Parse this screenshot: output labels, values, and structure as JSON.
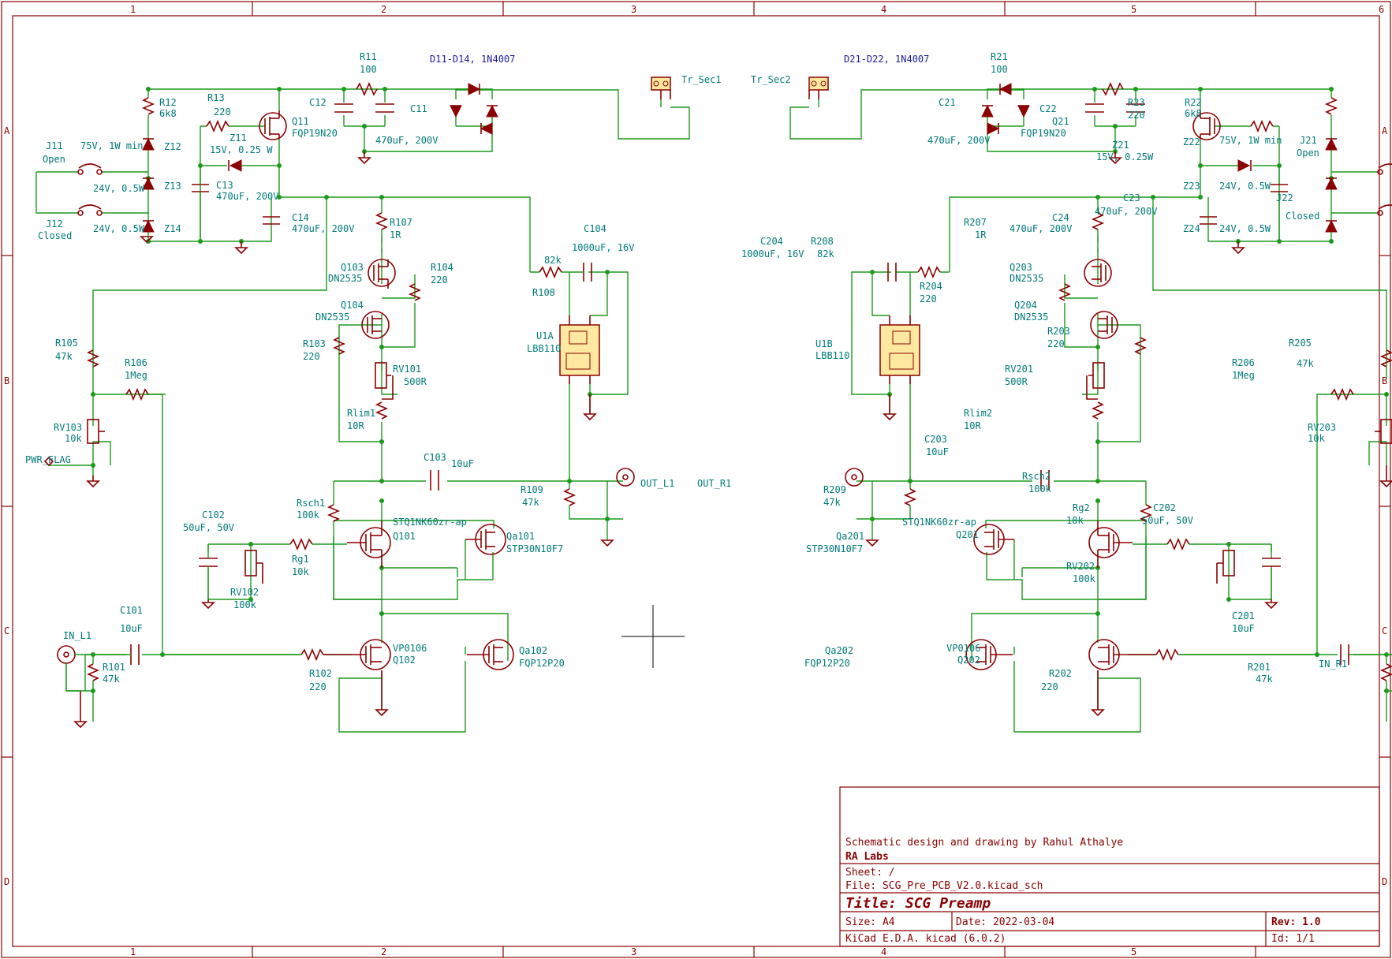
{
  "frame": {
    "columns": [
      "1",
      "2",
      "3",
      "4",
      "5",
      "6"
    ],
    "rows": [
      "A",
      "B",
      "C",
      "D"
    ]
  },
  "title_block": {
    "comment": "Schematic design and drawing by Rahul Athalye",
    "company": "RA Labs",
    "sheet": "Sheet: /",
    "file": "File: SCG_Pre_PCB_V2.0.kicad_sch",
    "title": "Title: SCG Preamp",
    "size": "Size: A4",
    "date": "Date: 2022-03-04",
    "rev": "Rev: 1.0",
    "tool": "KiCad E.D.A.  kicad (6.0.2)",
    "id": "Id: 1/1"
  },
  "left": {
    "diodes_title": "D11-D14, 1N4007",
    "r11": "R11",
    "r11v": "100",
    "c12": "C12",
    "c11": "C11",
    "c11v": "470uF, 200V",
    "tr_sec1": "Tr_Sec1",
    "r12": "R12",
    "r12v": "6k8",
    "r13": "R13",
    "r13v": "220",
    "q11": "Q11",
    "q11v": "FQP19N20",
    "z11": "Z11",
    "z11v": "15V, 0.25 W",
    "z12": "Z12",
    "z12v": "75V, 1W min",
    "z13": "Z13",
    "z13v": "24V, 0.5W",
    "z14": "Z14",
    "z14v": "24V, 0.5W",
    "j11": "J11",
    "j11v": "Open",
    "j12": "J12",
    "j12v": "Closed",
    "c13": "C13",
    "c13v": "470uF, 200V",
    "c14": "C14",
    "c14v": "470uF, 200V",
    "r107": "R107",
    "r107v": "1R",
    "q103": "Q103",
    "q103v": "DN2535",
    "q104": "Q104",
    "q104v": "DN2535",
    "r104": "R104",
    "r104v": "220",
    "r103": "R103",
    "r103v": "220",
    "rv101": "RV101",
    "rv101v": "500R",
    "rlim1": "Rlim1",
    "rlim1v": "10R",
    "r105": "R105",
    "r105v": "47k",
    "r106": "R106",
    "r106v": "1Meg",
    "rv103": "RV103",
    "rv103v": "10k",
    "pwr_flag": "PWR_FLAG",
    "c104": "C104",
    "c104v": "1000uF, 16V",
    "r108": "R108",
    "r108v": "82k",
    "u1a": "U1A",
    "u1av": "LBB110",
    "c103": "C103",
    "c103v": "10uF",
    "r109": "R109",
    "r109v": "47k",
    "out": "OUT_L1",
    "rsch1": "Rsch1",
    "rsch1v": "100k",
    "q101": "Q101",
    "q101v": "STQ1NK60zr-ap",
    "qa101": "Qa101",
    "qa101v": "STP30N10F7",
    "c102": "C102",
    "c102v": "50uF, 50V",
    "rg1": "Rg1",
    "rg1v": "10k",
    "rv102": "RV102",
    "rv102v": "100k",
    "c101": "C101",
    "c101v": "10uF",
    "in": "IN_L1",
    "r101": "R101",
    "r101v": "47k",
    "r102": "R102",
    "r102v": "220",
    "q102": "Q102",
    "q102v": "VP0106",
    "qa102": "Qa102",
    "qa102v": "FQP12P20"
  },
  "right": {
    "diodes_title": "D21-D22, 1N4007",
    "r21": "R21",
    "r21v": "100",
    "c21": "C21",
    "c22": "C22",
    "c21v": "470uF, 200V",
    "tr_sec2": "Tr_Sec2",
    "r22": "R22",
    "r22v": "6k8",
    "r23": "R23",
    "r23v": "220",
    "q21": "Q21",
    "q21v": "FQP19N20",
    "z21": "Z21",
    "z21v": "15V, 0.25W",
    "z22": "Z22",
    "z22v": "75V, 1W min",
    "z23": "Z23",
    "z23v": "24V, 0.5W",
    "z24": "Z24",
    "z24v": "24V, 0.5W",
    "j21": "J21",
    "j21v": "Open",
    "j22": "J22",
    "j22v": "Closed",
    "c23": "C23",
    "c23v": "470uF, 200V",
    "c24": "C24",
    "c24v": "470uF, 200V",
    "r207": "R207",
    "r207v": "1R",
    "q203": "Q203",
    "q203v": "DN2535",
    "q204": "Q204",
    "q204v": "DN2535",
    "r204": "R204",
    "r204v": "220",
    "r203": "R203",
    "r203v": "220",
    "rv201": "RV201",
    "rv201v": "500R",
    "rlim2": "Rlim2",
    "rlim2v": "10R",
    "r205": "R205",
    "r205v": "47k",
    "r206": "R206",
    "r206v": "1Meg",
    "rv203": "RV203",
    "rv203v": "10k",
    "c204": "C204",
    "c204v": "1000uF, 16V",
    "r208": "R208",
    "r208v": "82k",
    "u1b": "U1B",
    "u1bv": "LBB110",
    "c203": "C203",
    "c203v": "10uF",
    "r209": "R209",
    "r209v": "47k",
    "out": "OUT_R1",
    "rsch2": "Rsch2",
    "rsch2v": "100k",
    "q201": "Q201",
    "q201v": "STQ1NK60zr-ap",
    "qa201": "Qa201",
    "qa201v": "STP30N10F7",
    "c202": "C202",
    "c202v": "50uF, 50V",
    "rg2": "Rg2",
    "rg2v": "10k",
    "rv202": "RV202",
    "rv202v": "100k",
    "c201": "C201",
    "c201v": "10uF",
    "in": "IN_R1",
    "r201": "R201",
    "r201v": "47k",
    "r202": "R202",
    "r202v": "220",
    "q202": "Q202",
    "q202v": "VP0106",
    "qa202": "Qa202",
    "qa202v": "FQP12P20"
  }
}
